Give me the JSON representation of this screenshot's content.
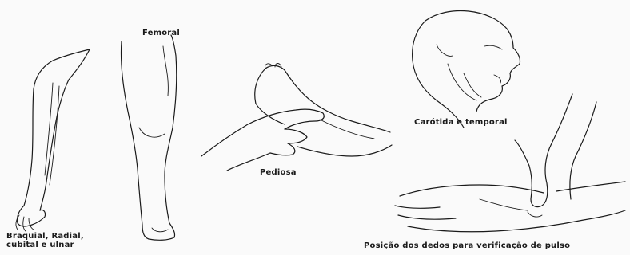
{
  "labels": {
    "femoral": "Femoral",
    "pediosa": "Pediosa",
    "carotida": "Carótida e temporal",
    "braquial_line1": "Braquial, Radial,",
    "braquial_line2": "cubital e ulnar",
    "posicao": "Posição dos dedos para verificação de pulso"
  },
  "colors": {
    "background": "#fafafa",
    "ink": "#1a1a1a"
  }
}
